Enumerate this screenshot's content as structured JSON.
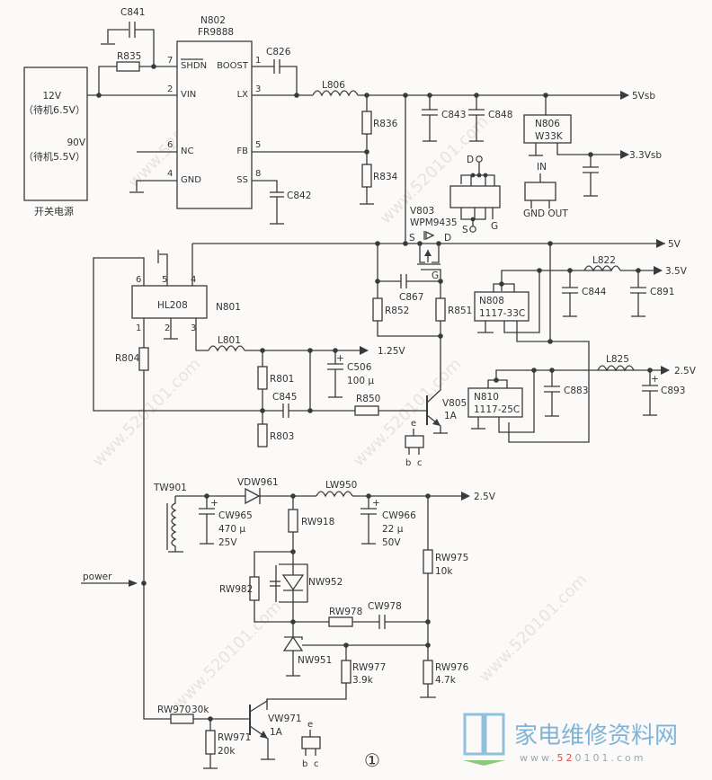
{
  "diagram": {
    "figure_number": "①",
    "watermark_url": "www.520101.com",
    "watermark_cn": "家电维修资料网",
    "logo": {
      "cn": "家电维修资料网",
      "url_prefix": "www.",
      "url_red": "52",
      "url_rest": "0101.com",
      "color_blue": "#7fb4d6",
      "color_green": "#8cc97a",
      "color_red": "#e04a4a"
    },
    "power_supply": {
      "label": "开关电源",
      "out1": "12V",
      "out1_standby": "（待机6.5V）",
      "out2": "90V",
      "out2_standby": "（待机5.5V）"
    },
    "n802": {
      "ref": "N802",
      "part": "FR9888",
      "pins": [
        {
          "num": "7",
          "name": "SHDN"
        },
        {
          "num": "2",
          "name": "VIN"
        },
        {
          "num": "6",
          "name": "NC"
        },
        {
          "num": "4",
          "name": "GND"
        },
        {
          "num": "1",
          "name": "BOOST"
        },
        {
          "num": "3",
          "name": "LX"
        },
        {
          "num": "5",
          "name": "FB"
        },
        {
          "num": "8",
          "name": "SS"
        }
      ]
    },
    "components_top": {
      "c841": "C841",
      "r835": "R835",
      "c826": "C826",
      "l806": "L806",
      "r836": "R836",
      "r834": "R834",
      "c842": "C842",
      "c843": "C843",
      "c848": "C848"
    },
    "n806": {
      "ref": "N806",
      "part": "W33K",
      "pin_in": "IN",
      "pin_gnd_out": "GND OUT"
    },
    "mosfet_pkg": {
      "d": "D",
      "s": "S",
      "g": "G"
    },
    "rails": {
      "v5sb": "5Vsb",
      "v33sb": "3.3Vsb",
      "v5": "5V",
      "v35": "3.5V",
      "v25a": "2.5V",
      "v125": "1.25V",
      "v25b": "2.5V"
    },
    "v803": {
      "ref": "V803",
      "part": "WPM9435",
      "s": "S",
      "d": "D",
      "g": "G"
    },
    "n801": {
      "ref": "N801",
      "part": "HL208",
      "pins": [
        "6",
        "5",
        "4",
        "1",
        "2",
        "3"
      ]
    },
    "components_mid": {
      "r804": "R804",
      "l801": "L801",
      "r801": "R801",
      "r803": "R803",
      "c845": "C845",
      "c506": "C506",
      "c506_val": "100 µ",
      "r850": "R850",
      "r852": "R852",
      "r851": "R851",
      "c867": "C867",
      "v805": "V805",
      "v805_val": "1A",
      "pkg_e": "e",
      "pkg_b": "b",
      "pkg_c": "c"
    },
    "n808": {
      "ref": "N808",
      "part": "1117-33C"
    },
    "n810": {
      "ref": "N810",
      "part": "1117-25C"
    },
    "components_right": {
      "l822": "L822",
      "c844": "C844",
      "c891": "C891",
      "l825": "L825",
      "c883": "C883",
      "c893": "C893"
    },
    "standby": {
      "power_label": "power",
      "tw901": "TW901",
      "vdw961": "VDW961",
      "lw950": "LW950",
      "cw965": "CW965",
      "cw965_val1": "470 µ",
      "cw965_val2": "25V",
      "rw918": "RW918",
      "cw966": "CW966",
      "cw966_val1": "22 µ",
      "cw966_val2": "50V",
      "rw975": "RW975",
      "rw975_val": "10k",
      "rw982": "RW982",
      "nw952": "NW952",
      "rw978": "RW978",
      "cw978": "CW978",
      "nw951": "NW951",
      "rw977": "RW977",
      "rw977_val": "3.9k",
      "rw976": "RW976",
      "rw976_val": "4.7k",
      "rw970": "RW970",
      "rw970_val": "30k",
      "rw971": "RW971",
      "rw971_val": "20k",
      "vw971": "VW971",
      "vw971_val": "1A",
      "pkg_e": "e",
      "pkg_b": "b",
      "pkg_c": "c"
    }
  }
}
